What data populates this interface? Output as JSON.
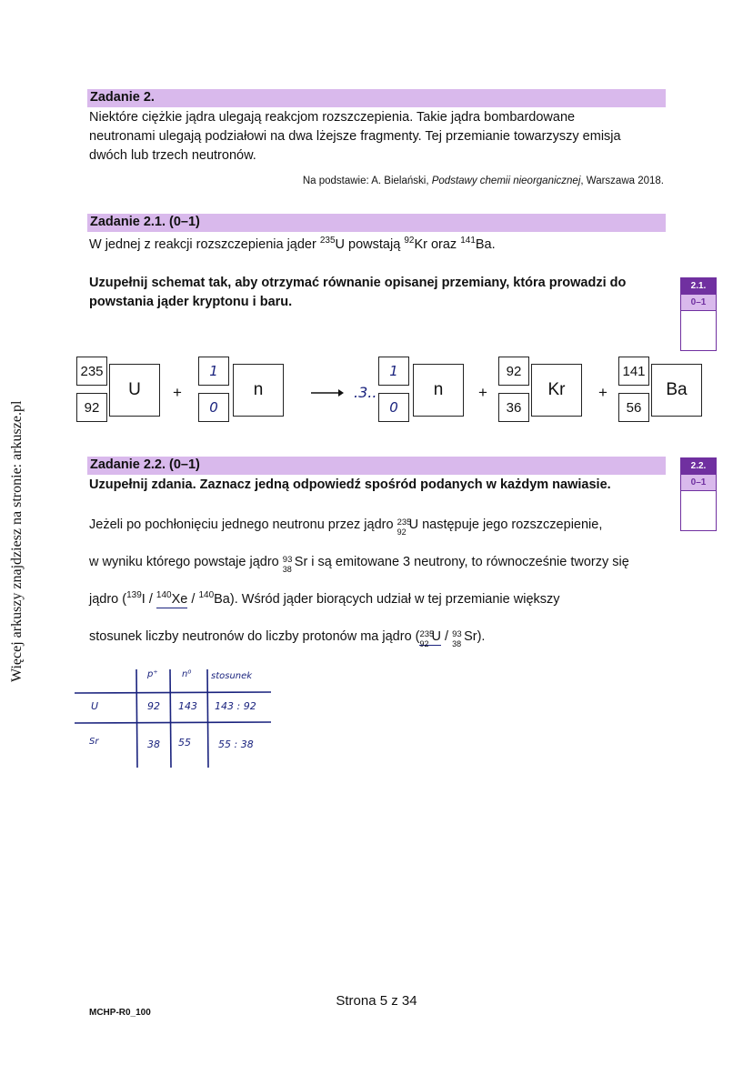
{
  "side_text": "Więcej arkuszy znajdziesz na stronie: arkusze.pl",
  "task2": {
    "heading": "Zadanie 2.",
    "intro": [
      "Niektóre ciężkie jądra ulegają reakcjom rozszczepienia. Takie jądra bombardowane",
      "neutronami ulegają podziałowi na dwa lżejsze fragmenty. Tej przemianie towarzyszy emisja",
      "dwóch lub trzech neutronów."
    ],
    "source_prefix": "Na podstawie: A. Bielański, ",
    "source_title": "Podstawy chemii nieorganicznej",
    "source_suffix": ", Warszawa 2018."
  },
  "task21": {
    "heading": "Zadanie 2.1. (0–1)",
    "text_a": "W jednej z reakcji rozszczepienia jąder ",
    "sup_u": "235",
    "el_u": "U powstają ",
    "sup_kr": "92",
    "el_kr": "Kr oraz ",
    "sup_ba": "141",
    "el_ba": "Ba.",
    "instruction": [
      "Uzupełnij schemat tak, aby otrzymać równanie opisanej przemiany, która prowadzi do",
      "powstania jąder kryptonu i baru."
    ],
    "score_num": "2.1.",
    "score_range": "0–1"
  },
  "equation": {
    "u_mass": "235",
    "u_atomic": "92",
    "u_symbol": "U",
    "plus1": "+",
    "n1_mass": "1",
    "n1_atomic": "0",
    "n1_symbol": "n",
    "coef": ".3..",
    "n2_mass": "1",
    "n2_atomic": "0",
    "n2_symbol": "n",
    "plus2": "+",
    "kr_mass": "92",
    "kr_atomic": "36",
    "kr_symbol": "Kr",
    "plus3": "+",
    "ba_mass": "141",
    "ba_atomic": "56",
    "ba_symbol": "Ba"
  },
  "task22": {
    "heading": "Zadanie 2.2. (0–1)",
    "instruction": "Uzupełnij zdania. Zaznacz jedną odpowiedź spośród podanych w każdym nawiasie.",
    "l1_a": "Jeżeli po pochłonięciu jednego neutronu przez jądro ",
    "l1_u_a": "235",
    "l1_u_z": "92",
    "l1_b": "U następuje jego rozszczepienie,",
    "l2_a": "w wyniku którego powstaje jądro ",
    "l2_sr_a": "93",
    "l2_sr_z": "38",
    "l2_b": "Sr i są emitowane 3 neutrony, to równocześnie tworzy się",
    "l3_a": "jądro (",
    "l3_i_sup": "139",
    "l3_i": "I  /  ",
    "l3_xe_sup": "140",
    "l3_xe": "Xe",
    "l3_sep": "  /  ",
    "l3_ba_sup": "140",
    "l3_ba": "Ba). Wśród jąder biorących udział w tej przemianie większy",
    "l4_a": "stosunek liczby neutronów do liczby protonów ma jądro (",
    "l4_u_a": "235",
    "l4_u_z": "92",
    "l4_u": "U",
    "l4_sep": "  /  ",
    "l4_sr_a": "93",
    "l4_sr_z": "38",
    "l4_sr": "Sr).",
    "score_num": "2.2.",
    "score_range": "0–1"
  },
  "hand_table": {
    "headers": [
      "p⁺",
      "n⁰",
      "stosunek"
    ],
    "rows": [
      {
        "label": "U",
        "p": "92",
        "n": "143",
        "ratio": "143 : 92"
      },
      {
        "label": "Sr",
        "p": "38",
        "n": "55",
        "ratio": "55 : 38"
      }
    ]
  },
  "footer": {
    "page": "Strona 5 z 34",
    "code": "MCHP-R0_100"
  }
}
